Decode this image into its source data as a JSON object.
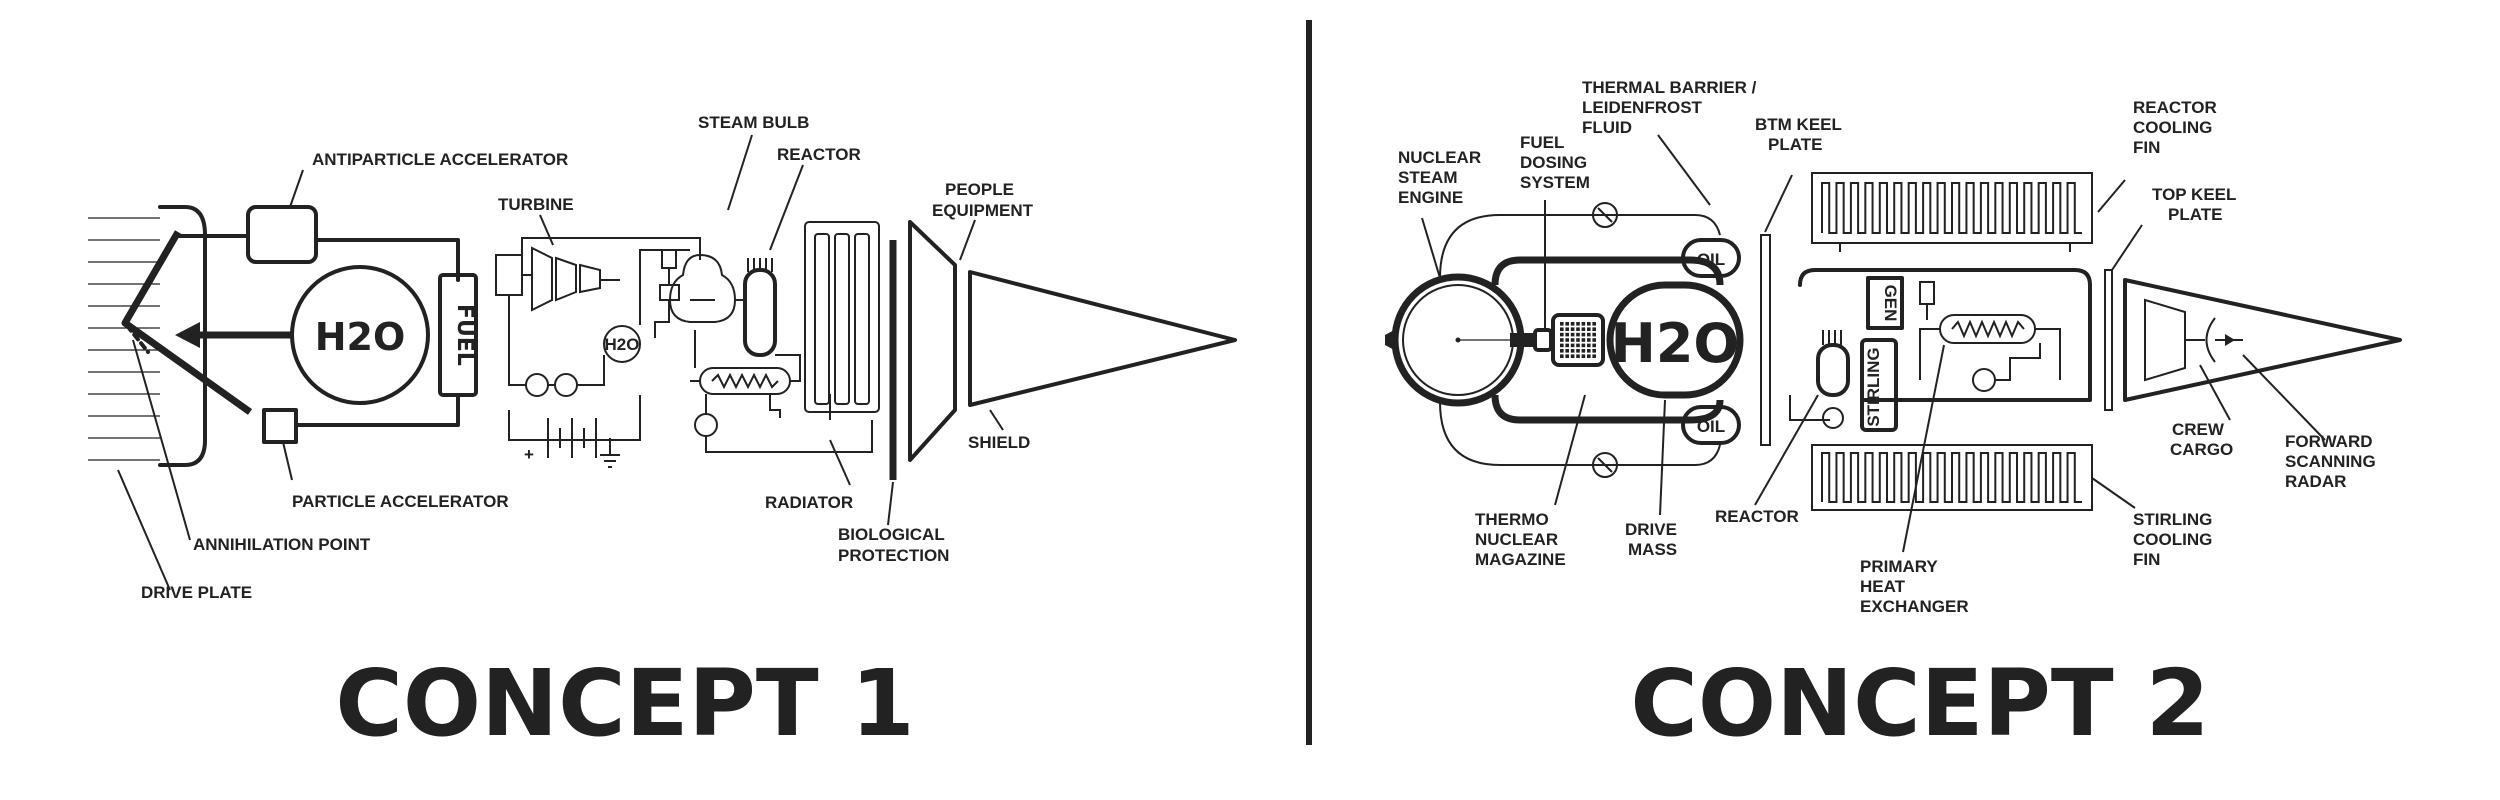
{
  "divider_color": "#222222",
  "concept1": {
    "title": "CONCEPT 1",
    "h2o": "H2O",
    "h2o_small": "H2O",
    "fuel": "FUEL",
    "labels": {
      "antiparticle_accelerator": "ANTIPARTICLE ACCELERATOR",
      "turbine": "TURBINE",
      "steam_bulb": "STEAM BULB",
      "reactor": "REACTOR",
      "people_equipment_1": "PEOPLE",
      "people_equipment_2": "EQUIPMENT",
      "particle_accelerator": "PARTICLE ACCELERATOR",
      "annihilation_point": "ANNIHILATION POINT",
      "drive_plate": "DRIVE PLATE",
      "radiator": "RADIATOR",
      "biological_protection_1": "BIOLOGICAL",
      "biological_protection_2": "PROTECTION",
      "shield": "SHIELD",
      "plus": "+"
    }
  },
  "concept2": {
    "title": "CONCEPT 2",
    "h2o": "H2O",
    "oil_top": "OIL",
    "oil_bottom": "OIL",
    "gen": "GEN",
    "stirling": "STIRLING",
    "labels": {
      "nuclear_steam_engine": [
        "NUCLEAR",
        "STEAM",
        "ENGINE"
      ],
      "fuel_dosing_system": [
        "FUEL",
        "DOSING",
        "SYSTEM"
      ],
      "thermal_barrier": [
        "THERMAL BARRIER /",
        "LEIDENFROST",
        "FLUID"
      ],
      "btm_keel_plate": [
        "BTM KEEL",
        "PLATE"
      ],
      "reactor_cooling_fin": [
        "REACTOR",
        "COOLING",
        "FIN"
      ],
      "top_keel_plate": [
        "TOP KEEL",
        "PLATE"
      ],
      "thermo_nuclear_magazine": [
        "THERMO",
        "NUCLEAR",
        "MAGAZINE"
      ],
      "drive_mass": [
        "DRIVE",
        "MASS"
      ],
      "reactor": [
        "REACTOR"
      ],
      "primary_heat_exchanger": [
        "PRIMARY",
        "HEAT",
        "EXCHANGER"
      ],
      "stirling_cooling_fin": [
        "STIRLING",
        "COOLING",
        "FIN"
      ],
      "crew_cargo": [
        "CREW",
        "CARGO"
      ],
      "forward_scanning_radar": [
        "FORWARD",
        "SCANNING",
        "RADAR"
      ]
    }
  }
}
